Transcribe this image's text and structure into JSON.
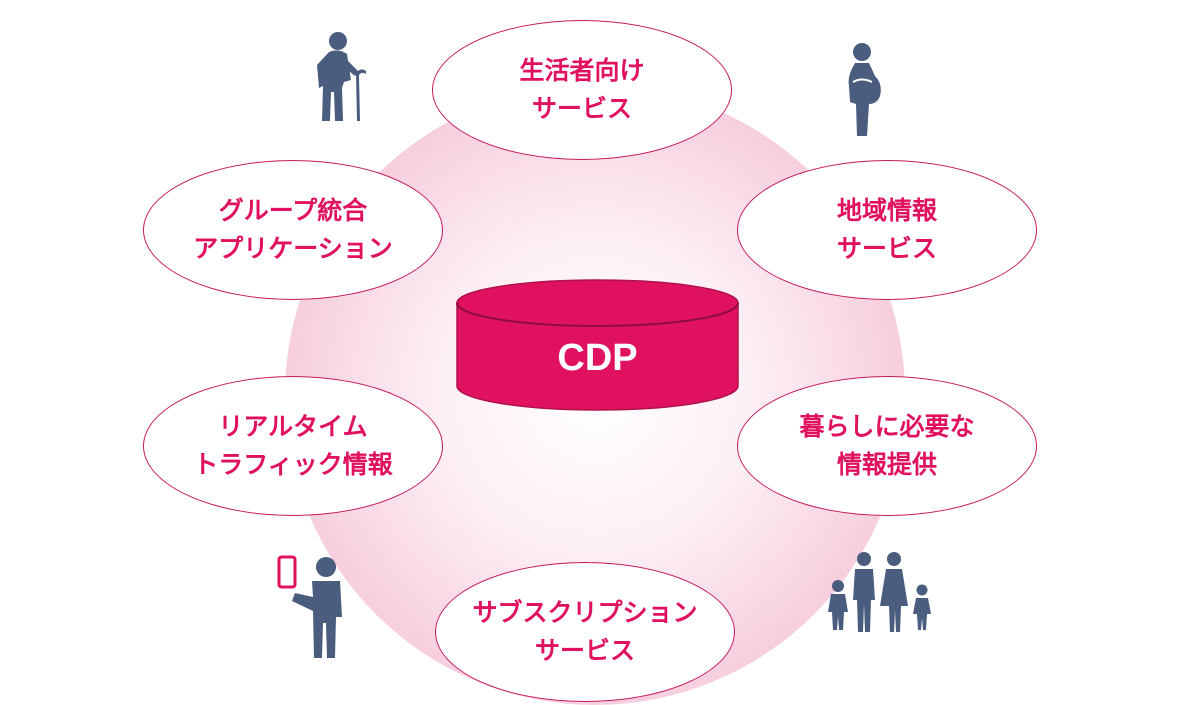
{
  "center": {
    "label": "CDP"
  },
  "services": [
    {
      "line1": "生活者向け",
      "line2": "サービス"
    },
    {
      "line1": "グループ統合",
      "line2": "アプリケーション"
    },
    {
      "line1": "地域情報",
      "line2": "サービス"
    },
    {
      "line1": "リアルタイム",
      "line2": "トラフィック情報"
    },
    {
      "line1": "暮らしに必要な",
      "line2": "情報提供"
    },
    {
      "line1": "サブスクリプション",
      "line2": "サービス"
    }
  ],
  "icons": [
    "elderly-person-icon",
    "pregnant-woman-icon",
    "smartphone-user-icon",
    "family-icon"
  ],
  "colors": {
    "accent": "#e0115f",
    "icon": "#4a5d7e",
    "hub_glow": "#f1b6cd",
    "bubble_border": "#c61a5a"
  }
}
